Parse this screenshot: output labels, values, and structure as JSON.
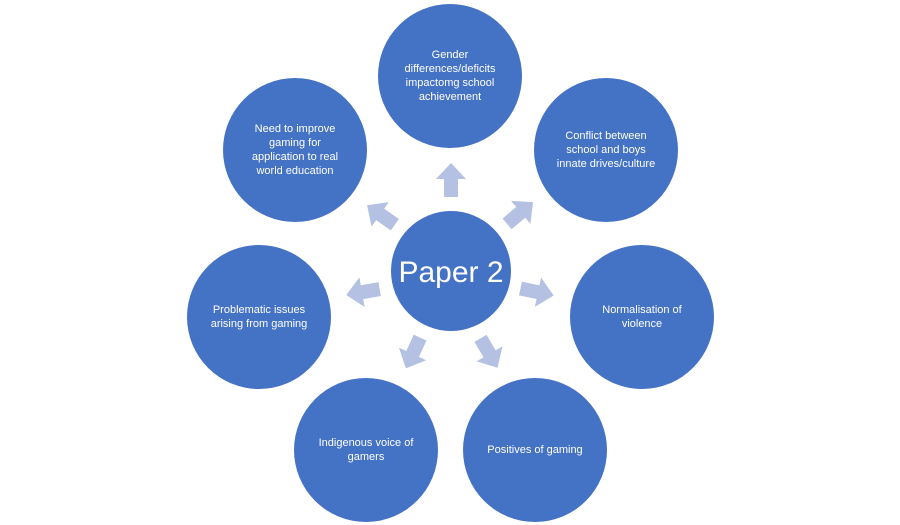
{
  "colors": {
    "node_fill": "#4472c4",
    "arrow_fill": "#b4c1e2",
    "text": "#ffffff"
  },
  "center": {
    "label": "Paper 2"
  },
  "nodes": [
    {
      "id": "gender",
      "label": "Gender differences/deficits impactomg school achievement"
    },
    {
      "id": "conflict",
      "label": "Conflict between school and boys innate drives/culture"
    },
    {
      "id": "normalisation",
      "label": "Normalisation of violence"
    },
    {
      "id": "positives",
      "label": "Positives of gaming"
    },
    {
      "id": "indigenous",
      "label": "Indigenous voice of gamers"
    },
    {
      "id": "problematic",
      "label": "Problematic issues arising from gaming"
    },
    {
      "id": "improve",
      "label": "Need to improve gaming for application to real world education"
    }
  ]
}
